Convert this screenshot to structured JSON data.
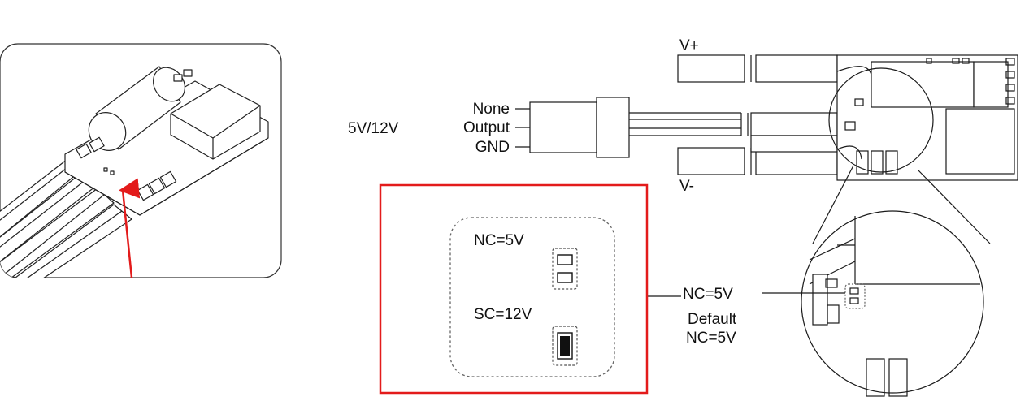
{
  "labels": {
    "v_plus": "V+",
    "v_minus": "V-",
    "none": "None",
    "output": "Output",
    "gnd": "GND",
    "voltage": "5V/12V",
    "nc_5v": "NC=5V",
    "sc_12v": "SC=12V",
    "callout_nc": "NC=5V",
    "default_line1": "Default",
    "default_line2": "NC=5V"
  },
  "colors": {
    "line": "#1a1a1a",
    "accent_red": "#e31b1b",
    "dashed": "#666666",
    "background": "#ffffff"
  },
  "icons": {
    "arrow": "red-arrow-icon",
    "closed_pad": "closed-solder-pad-icon",
    "open_pad": "open-solder-pad-icon"
  }
}
